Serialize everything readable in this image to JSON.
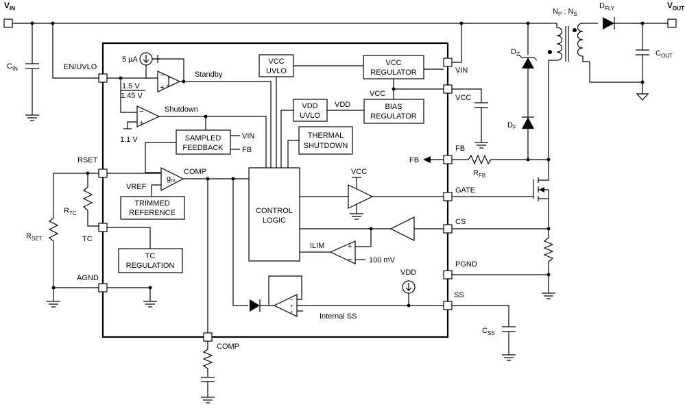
{
  "terminals": {
    "vin": "V",
    "vin_sub": "IN",
    "vout": "V",
    "vout_sub": "OUT"
  },
  "components": {
    "cin": "C",
    "cin_sub": "IN",
    "cout": "C",
    "cout_sub": "OUT",
    "css": "C",
    "css_sub": "SS",
    "rset": "R",
    "rset_sub": "SET",
    "rtc": "R",
    "rtc_sub": "TC",
    "rfb": "R",
    "rfb_sub": "FB",
    "dz": "D",
    "dz_sub": "Z",
    "df": "D",
    "df_sub": "F",
    "dfly": "D",
    "dfly_sub": "FLY",
    "transformer_np": "N",
    "transformer_np_sub": "P",
    "transformer_sep": " : ",
    "transformer_ns": "N",
    "transformer_ns_sub": "S"
  },
  "pins": {
    "en_uvlo": "EN/UVLO",
    "rset": "RSET",
    "tc": "TC",
    "agnd": "AGND",
    "vin": "VIN",
    "vcc": "VCC",
    "fb": "FB",
    "gate": "GATE",
    "cs": "CS",
    "pgnd": "PGND",
    "ss": "SS",
    "comp": "COMP"
  },
  "blocks": {
    "vcc_uvlo": [
      "VCC",
      "UVLO"
    ],
    "vcc_regulator": [
      "VCC",
      "REGULATOR"
    ],
    "vdd_uvlo": [
      "VDD",
      "UVLO"
    ],
    "bias_regulator": [
      "BIAS",
      "REGULATOR"
    ],
    "thermal_shutdown": [
      "THERMAL",
      "SHUTDOWN"
    ],
    "sampled_feedback": [
      "SAMPLED",
      "FEEDBACK"
    ],
    "trimmed_reference": [
      "TRIMMED",
      "REFERENCE"
    ],
    "tc_regulation": [
      "TC",
      "REGULATION"
    ],
    "control_logic": [
      "CONTROL",
      "LOGIC"
    ]
  },
  "labels": {
    "current_source": "5 µA",
    "standby": "Standby",
    "thr_high": "1.5 V",
    "thr_low": "1.45 V",
    "shutdown": "Shutdown",
    "thr_sd": "1.1 V",
    "sf_vin": "VIN",
    "sf_fb": "FB",
    "comp_internal": "COMP",
    "vref": "VREF",
    "gm": "g",
    "gm_sub": "m",
    "vdd_out": "VDD",
    "vcc_node": "VCC",
    "vcc_driver": "VCC",
    "fb_out": "FB",
    "ilim": "ILIM",
    "ilim_ref": "100 mV",
    "vdd_ss": "VDD",
    "internal_ss": "Internal SS",
    "plus": "+",
    "minus": "−"
  }
}
